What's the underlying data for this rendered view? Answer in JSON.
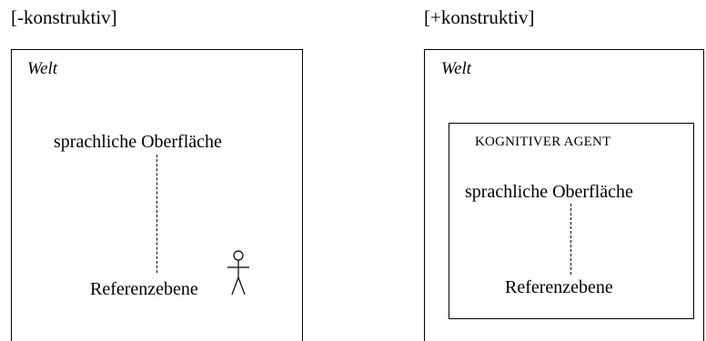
{
  "left": {
    "heading": "[-konstruktiv]",
    "world_label": "Welt",
    "surface_label": "sprachliche Oberfläche",
    "reference_label": "Referenzebene",
    "figure_icon": "stick-figure-icon"
  },
  "right": {
    "heading": "[+konstruktiv]",
    "world_label": "Welt",
    "agent_label": "KOGNITIVER AGENT",
    "surface_label": "sprachliche Oberfläche",
    "reference_label": "Referenzebene"
  }
}
